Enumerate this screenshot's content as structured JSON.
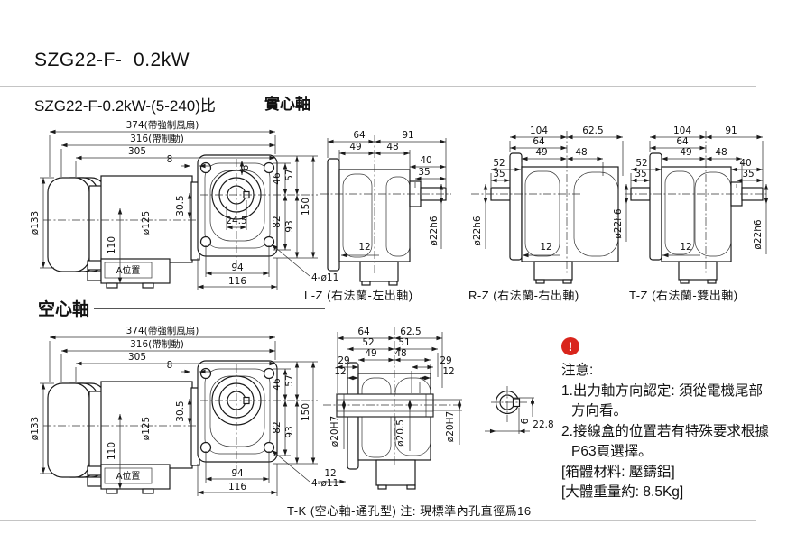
{
  "header": {
    "model": "SZG22-F-  0.2kW",
    "series": "SZG22-F-0.2kW-(5-240)比",
    "solid_shaft_heading": "實心軸",
    "hollow_shaft_heading": "空心軸"
  },
  "motor_solid": {
    "len_total": "374(帶強制風扇)",
    "len_brake": "316(帶制動)",
    "len_body": "305",
    "gap": "8",
    "motor_dia": "ø133",
    "frame_dia": "ø125",
    "box_h": "110",
    "step": "30.5",
    "key_off": "6",
    "v46": "46",
    "v57": "57",
    "v82": "82",
    "v93": "93",
    "v150": "150",
    "key_w": "24.5",
    "hole_span": "94",
    "flange_w": "116",
    "holes": "4-ø11",
    "box_label": "A位置"
  },
  "motor_hollow": {
    "len_total": "374(帶強制風扇)",
    "len_brake": "316(帶制動)",
    "len_body": "305",
    "gap": "8",
    "motor_dia": "ø133",
    "frame_dia": "ø125",
    "box_h": "110",
    "step": "30.5",
    "v46": "46",
    "v57": "57",
    "v82": "82",
    "v93": "93",
    "v150": "150",
    "hole_span": "94",
    "flange_w": "116",
    "holes": "4-ø11",
    "box_label": "A位置"
  },
  "view_lz": {
    "caption": "L-Z (右法蘭-左出軸)",
    "d64": "64",
    "d91": "91",
    "d49": "49",
    "d48": "48",
    "d40": "40",
    "d35": "35",
    "d12": "12",
    "shaft_dia": "ø22h6"
  },
  "view_rz": {
    "caption": "R-Z (右法蘭-右出軸)",
    "d104": "104",
    "d62_5": "62.5",
    "d64": "64",
    "d49": "49",
    "d48": "48",
    "d52": "52",
    "d35": "35",
    "d12": "12",
    "shaft_dia": "ø22h6"
  },
  "view_tz": {
    "caption": "T-Z (右法蘭-雙出軸)",
    "d104": "104",
    "d91": "91",
    "d64": "64",
    "d49": "49",
    "d48": "48",
    "d52": "52",
    "d40": "40",
    "d35_left": "35",
    "d35_right": "35",
    "d12": "12",
    "shaft_dia_left": "ø22h6",
    "shaft_dia_right": "ø22h6"
  },
  "view_tk": {
    "caption": "T-K (空心軸-通孔型) 注: 現標準內孔直徑爲16",
    "d64": "64",
    "d62_5": "62.5",
    "d52": "52",
    "d51": "51",
    "d49": "49",
    "d48": "48",
    "d29_left": "29",
    "d12_left": "12",
    "d29_right": "29",
    "d12_right": "12",
    "d12_bottom": "12",
    "bore_left": "ø20H7",
    "bore_center": "ø20.5",
    "bore_right": "ø20H7"
  },
  "detail_section": {
    "key_offset": "6",
    "key_depth": "22.8"
  },
  "notes": {
    "alert_symbol": "!",
    "heading": "注意:",
    "lines": [
      "1.出力軸方向認定: 須從電機尾部",
      "方向看。",
      "2.接線盒的位置若有特殊要求根據",
      "P63頁選擇。",
      "[箱體材料: 壓鑄鋁]",
      "[大體重量約: 8.5Kg]"
    ]
  },
  "colors": {
    "line": "#1a1a1a",
    "alert_red": "#d9251c",
    "rule_gray": "#c4c4c4"
  }
}
